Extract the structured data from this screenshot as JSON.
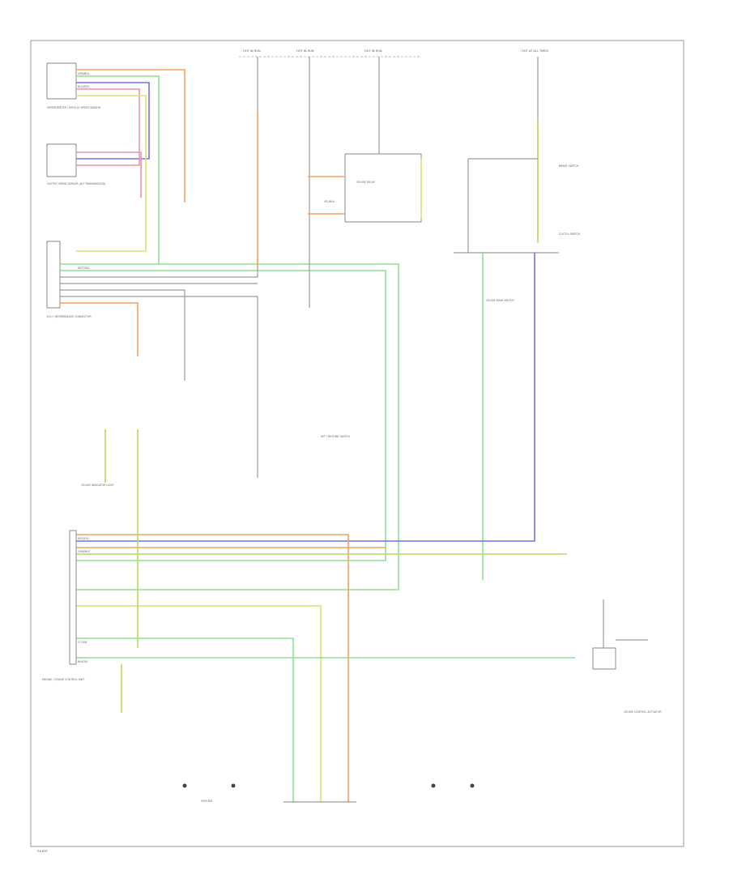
{
  "colors": {
    "orange": "#f5a060",
    "green": "#90e090",
    "blue": "#7070f0",
    "yellow": "#e0e070",
    "pink": "#f090b0",
    "yellowgreen": "#b8d860",
    "gray": "#a0a0a0",
    "frame": "#9a9a9a"
  },
  "diagram": {
    "corner_tag": "E##9F",
    "fuse_labels": [
      "HOT IN RUN",
      "HOT IN RUN",
      "HOT IN RUN",
      "HOT AT ALL TIMES"
    ],
    "components": {
      "speedometer": "SPEEDOMETER / VEHICLE SPEED SENSOR",
      "output_sensor": "OUTPUT SPEED SENSOR (A/T TRANSMISSION)",
      "multi_connector": "ECU / INTERMEDIATE CONNECTOR",
      "control_unit": "ENGINE / CRUISE CONTROL UNIT",
      "brake_switch": "BRAKE SWITCH",
      "clutch_switch": "CLUTCH SWITCH",
      "main_switch": "CRUISE MAIN SWITCH",
      "set_resume": "SET / RESUME SWITCH",
      "actuator": "CRUISE CONTROL ACTUATOR",
      "indicator": "CRUISE INDICATOR LIGHT",
      "relay": "CRUISE RELAY",
      "ground": "GROUND"
    },
    "wire_labels": {
      "w1": "YEL/BLK",
      "w2": "GRN/BLK",
      "w3": "BLU/RED",
      "w4": "WHT/BLK",
      "w5": "ORN/WHT",
      "w6": "LT GRN",
      "w7": "BLK/YEL",
      "w8": "RED/YEL"
    }
  }
}
